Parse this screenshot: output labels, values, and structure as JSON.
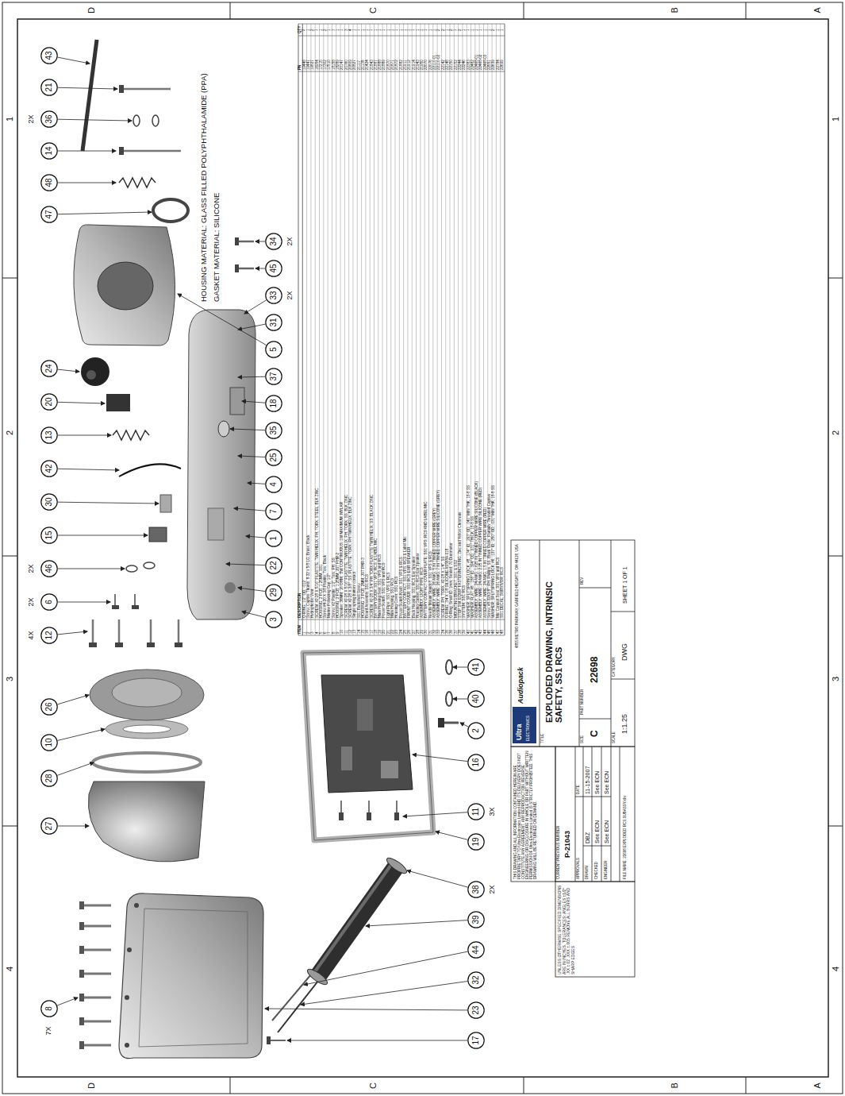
{
  "diagram": {
    "nodes": [
      {
        "text": [
          "8"
        ]
      },
      {
        "text": [
          "27"
        ]
      },
      {
        "text": [
          "28"
        ]
      },
      {
        "text": [
          "10"
        ]
      },
      {
        "text": [
          "26"
        ]
      },
      {
        "text": [
          "12"
        ]
      },
      {
        "text": [
          "6"
        ]
      },
      {
        "text": [
          "46"
        ]
      },
      {
        "text": [
          "15"
        ]
      },
      {
        "text": [
          "30"
        ]
      },
      {
        "text": [
          "42"
        ]
      },
      {
        "text": [
          "13"
        ]
      },
      {
        "text": [
          "20"
        ]
      },
      {
        "text": [
          "24"
        ]
      },
      {
        "text": [
          "47"
        ]
      },
      {
        "text": [
          "48"
        ]
      },
      {
        "text": [
          "14"
        ]
      },
      {
        "text": [
          "36"
        ]
      },
      {
        "text": [
          "21"
        ]
      },
      {
        "text": [
          "43"
        ]
      },
      {
        "text": [
          "3"
        ]
      },
      {
        "text": [
          "29"
        ]
      },
      {
        "text": [
          "22"
        ]
      },
      {
        "text": [
          "1"
        ]
      },
      {
        "text": [
          "7"
        ]
      },
      {
        "text": [
          "4"
        ]
      },
      {
        "text": [
          "25"
        ]
      },
      {
        "text": [
          "35"
        ]
      },
      {
        "text": [
          "18"
        ]
      },
      {
        "text": [
          "37"
        ]
      },
      {
        "text": [
          "5"
        ]
      },
      {
        "text": [
          "31"
        ]
      },
      {
        "text": [
          "33"
        ]
      },
      {
        "text": [
          "45"
        ]
      },
      {
        "text": [
          "34"
        ]
      },
      {
        "text": [
          "17"
        ]
      },
      {
        "text": [
          "23"
        ]
      },
      {
        "text": [
          "32"
        ]
      },
      {
        "text": [
          "44"
        ]
      },
      {
        "text": [
          "39"
        ]
      },
      {
        "text": [
          "38"
        ]
      },
      {
        "text": [
          "19"
        ]
      },
      {
        "text": [
          "11"
        ]
      },
      {
        "text": [
          "16"
        ]
      },
      {
        "text": [
          "2"
        ]
      },
      {
        "text": [
          "40"
        ]
      },
      {
        "text": [
          "41"
        ]
      }
    ],
    "labels": [
      "4",
      "3",
      "2",
      "1",
      "4",
      "3",
      "2",
      "1",
      "D",
      "C",
      "B",
      "A",
      "D",
      "C",
      "B",
      "A",
      "7X",
      "4X",
      "2X",
      "2X",
      "2X",
      "2X",
      "2X",
      "2X",
      "3X",
      "HOUSING MATERIAL: GLASS FILLED POLYPHTHALAMIDE (PPA)",
      "GASKET MATERIAL: SILICONE",
      "ITEM",
      "DESCRIPTION",
      "PN",
      "QTY",
      "1",
      "O-RING, 1/2\" OD, -012",
      "19448",
      "2",
      "2",
      "Screw, Captive Thumb, 8-32 x 5/8 LG, Brass, Black",
      "19447",
      "1",
      "3",
      "Hydrophobic Vent",
      "19827",
      "2",
      "4",
      "SCREW, #2-28 X 5/16\" PLASTITE, TWIN HELIX, PH, TORX, STEEL, BLK ZINC",
      "16954",
      "1",
      "5",
      "HOUSING, 2 PCB, 1.25MM, SS1",
      "17215",
      "1",
      "6",
      "Screw #4-20 X 3/8 Plastite, Torx, Black",
      "17302",
      "2",
      "7",
      "Marine Polarizing Cap, 1/2\"",
      "17510",
      "1",
      "8",
      "Screw, #2 Plastite, 1/2\", Torx, PH, SS",
      "18158",
      "7",
      "9",
      "HOUSING, 2 PCB, 1.25MM, JST PHR-2",
      "18289",
      "1",
      "10",
      "Speaker, 36MM, 16 OHM, .5W CONTINUOUS, 1W MAXIMUM, MYLAR",
      "20147",
      "1",
      "11",
      "SCREW, #2-28 X 5/16\" PLASTITE, TWIN HELIX, PH, TORX, SS, BLK ZINC",
      "20760",
      "3",
      "12",
      "SCREW, #2-28 X 3/8\", SS, PLASTITE, TORX, PH TWIN HELIX, BLK ZINC",
      "20809",
      "4",
      "13",
      "Single spring battery contact",
      "20827",
      "1",
      "14",
      "SS1 Backshell Screw",
      "21117",
      "1",
      "15",
      "HOUSING, 3 PCB, 2MM, JST PHR-3",
      "21138",
      "1",
      "16",
      "Board Assembly, SS1 RCS",
      "21424",
      "1",
      "17",
      "SCREW, #2-28 X 3/4\" PH TORX PLASTITE TWIN HELIX, SS, BLACK ZINC",
      "21843",
      "1",
      "18",
      "BATTERY DOOR, SS1 VPS, RCS, & LABEL MIC",
      "21887",
      "1",
      "19",
      "Main Housing Seal, SS1 VPS and RCS",
      "21888",
      "1",
      "20",
      "Power Switch, SS1 VPS and RCS",
      "21889",
      "1",
      "21",
      "Light Pipe, SS1 VPS & RCS",
      "21870",
      "1",
      "22",
      "Main Housing, SS1 RCS",
      "21871",
      "1",
      "23",
      "Housing Cover, SS1 RCS",
      "21872",
      "1",
      "24",
      "Power Switch Knob, SS1 VPS & RCS",
      "21882",
      "1",
      "25",
      "BATTERY CONTACT, SS1 VPS, RCS & Label Mic",
      "21911",
      "1",
      "26",
      "FRONT COVER, SS1 RCS EAR SPEAKER",
      "21912",
      "1",
      "27",
      "Back Housing, SS1 RCS Ear Speaker",
      "21914",
      "1",
      "28",
      "Housing Gasket, SS1 RCS Ear Speaker",
      "21943",
      "1",
      "29",
      "ASSEMBLY, LIGHT PIPE, RCS",
      "21950",
      "1",
      "30",
      "BATTERY CONTACT COVER PLATE, SS1 VPS, RCS AND LABEL MIC",
      "22070",
      "1",
      "31",
      "Needle Mount Standoff, SS1 VPS & RCS",
      "22076",
      "1",
      "32",
      "ASSEMBLY, WIRE, 26 AWG, 5 IN TINNED COPPER WIRE (GREY)",
      "22110-01",
      "1",
      "33",
      "ASSEMBLY, WIRE, 26 AWG, 7 IN TINNED COPPER WIRE SILICONE (GREY)",
      "22110-02",
      "2",
      "34",
      "SCREW, PH, TORX, #2-28 X 1/4\", SS",
      "22142",
      "2",
      "35",
      "O-RING, 3/4 X 1/8 SILICONE AS568A-018",
      "22148",
      "1",
      "36",
      "O-Ring, Small ID, 1mm, Sealed, 70 Durometer",
      "22150",
      "2",
      "37",
      "MOUNTING BRACKET, SS1 & SS2",
      "22152",
      "1",
      "38",
      "STOP SW, EQUIP FASTENING RING, Zinc and Yellow Chromate",
      "22244",
      "2",
      "39",
      "SYSTEM, SS1 RCS",
      "22246",
      "1",
      "40",
      "WASHER, SPLITSPRING LOCK, #8, .174\" ID, .293\" OD, .040\" MIN THK, 18-8 SS",
      "22383",
      "1",
      "41",
      "WASHER, FLAT, #8, .188\" ID, .394\" OD, .031\" THICK, 18-8 SS",
      "22482",
      "1",
      "42",
      "ASSEMBLY, WIRE, 24 AWG, 1.625 IN TINNED COPPER WIRE SILICONE (BLACK)",
      "22468-01",
      "1",
      "43",
      "ASSEMBLY, WIRE, 24 AWG, 2.25 IN TINNED COPPER WIRE SILICONE (RED)",
      "22468-02",
      "1",
      "44",
      "ASSEMBLY, WIRE, 24 AWG, 1.5 IN TINNED COPPER WIRE (RED)",
      "22468-03",
      "1",
      "45",
      "Screw, #8-32X3/8\", PH, Phillips, SS, Black Oxide, Partially Threaded Captive",
      "22551",
      "1",
      "46",
      "WASHER, SPLITSPRING LOCK, #6, .137\" ID, .250\" OD, .031\" MIN THK, 18-8 SS",
      "22639",
      "2",
      "47",
      "Mic Contact Seal, SS1 VPS and RCS",
      "22784",
      "1",
      "48",
      "SS1 DECAL, SURVIVOR, RCS",
      "22699",
      "1",
      "THIS DRAWING AND ALL INFORMATION CONTAINED HEREIN ARE PROPRIETARY TO Ultra Electronics Limited AND ITS DELIVERY DOES NOT CONSTITUTE ANY AGREEMENT. ANY REPRODUCTION, REVERSE ENGINEERING OR DISCLOSURE IN WHOLE OR PART WITHOUT WRITTEN PERMISSION OF Ultra Electronics Limited IS STRICTLY PROHIBITED. THIS DRAWING WILL BE RETURNED ON DEMAND.",
      "UNLESS OTHERWISE SPECIFIED DIMENSIONS ARE IN INCHES. TOLERANCES: ANGLES ±1/2° .XX ±.02 .XXX ±.005 REMOVE ALL BURRS AND SHARP EDGES",
      "CURRENT/PREVIOUS NUMBER",
      "P-21043",
      "APPROVALS",
      "DATE",
      "DRAWN",
      "DBZ",
      "11-15-2007",
      "CHECKED",
      "See ECN",
      "See ECN",
      "ENGINEER",
      "See ECN",
      "See ECN",
      "FILE NAME: 22698 EXPLODED RCS SUBASSY.idw",
      "Ultra",
      "ELECTRONICS",
      "Audiopack",
      "4855 METRO PARKWAY, GARFIELD HEIGHTS, OH 44128, USA",
      "TITLE",
      "EXPLODED DRAWING, INTRINSIC SAFETY, SS1 RCS",
      "SIZE",
      "C",
      "PART NUMBER",
      "22698",
      "REV",
      "SCALE",
      "1:1.25",
      "CATEGORY",
      "DWG",
      "SHEET 1 OF 1"
    ]
  }
}
